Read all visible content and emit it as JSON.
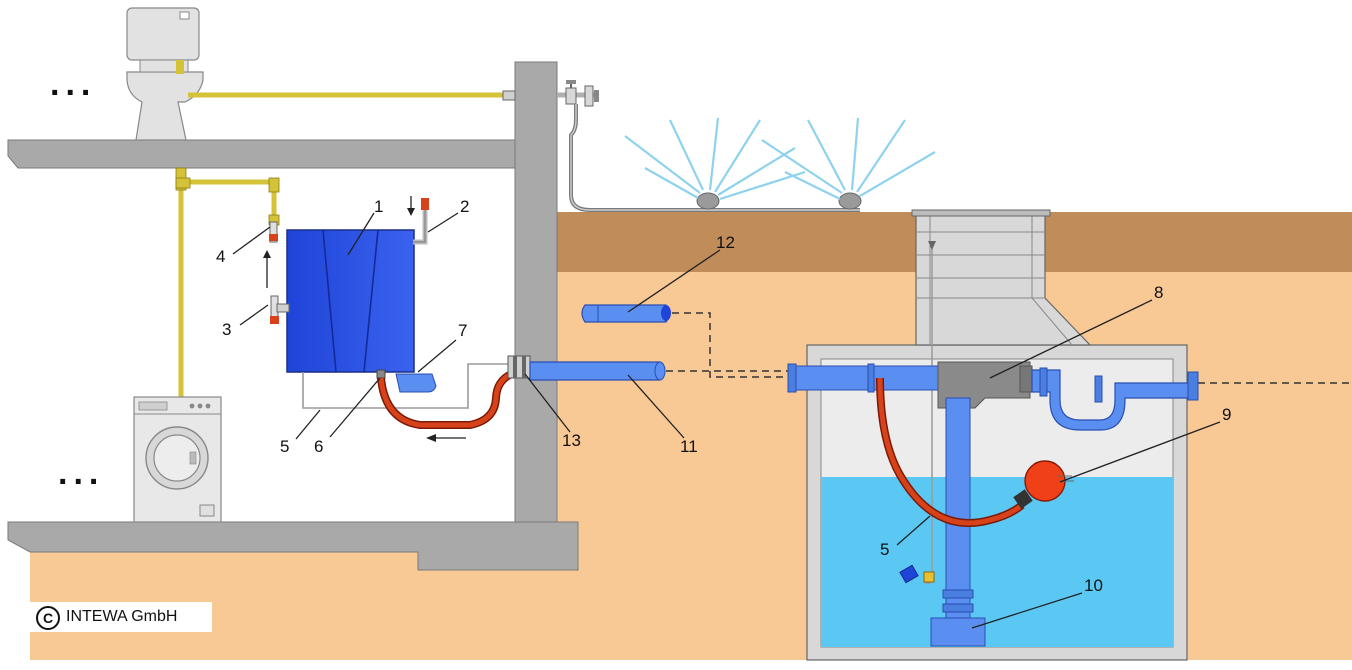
{
  "labels": {
    "l1": "1",
    "l2": "2",
    "l3": "3",
    "l4": "4",
    "l5a": "5",
    "l6": "6",
    "l7": "7",
    "l8": "8",
    "l9": "9",
    "l10": "10",
    "l11": "11",
    "l12": "12",
    "l13": "13",
    "l5b": "5"
  },
  "ellipsis_top": "...",
  "ellipsis_bottom": "...",
  "copyright": {
    "symbol": "C",
    "text": "INTEWA GmbH"
  },
  "colors": {
    "wall": "#a9a9a9",
    "soil_dark": "#c08c5a",
    "soil_light": "#f8c895",
    "tank_blue": "#2b50e0",
    "pipe_blue": "#5a8ef0",
    "water": "#5bc8f4",
    "hose_red": "#d8421a",
    "supply_yellow": "#d4c238",
    "float_red": "#f04018",
    "spray": "#8fd2ee"
  }
}
